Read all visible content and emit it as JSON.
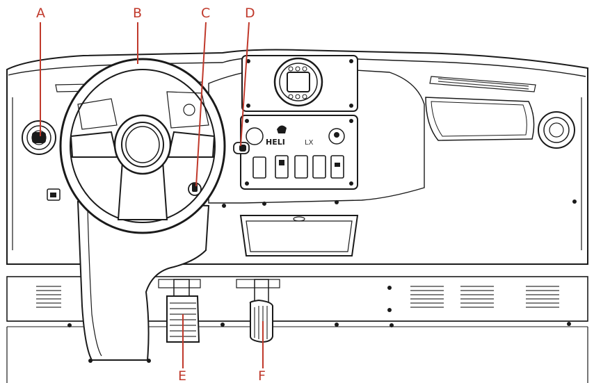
{
  "diagram": {
    "callouts": [
      {
        "id": "A",
        "label": "A"
      },
      {
        "id": "B",
        "label": "B"
      },
      {
        "id": "C",
        "label": "C"
      },
      {
        "id": "D",
        "label": "D"
      },
      {
        "id": "E",
        "label": "E"
      },
      {
        "id": "F",
        "label": "F"
      }
    ],
    "panel_brand": "HELI",
    "panel_model": "LX",
    "colors": {
      "callout": "#c0392b",
      "ink": "#1a1a1a",
      "background": "#ffffff"
    }
  }
}
